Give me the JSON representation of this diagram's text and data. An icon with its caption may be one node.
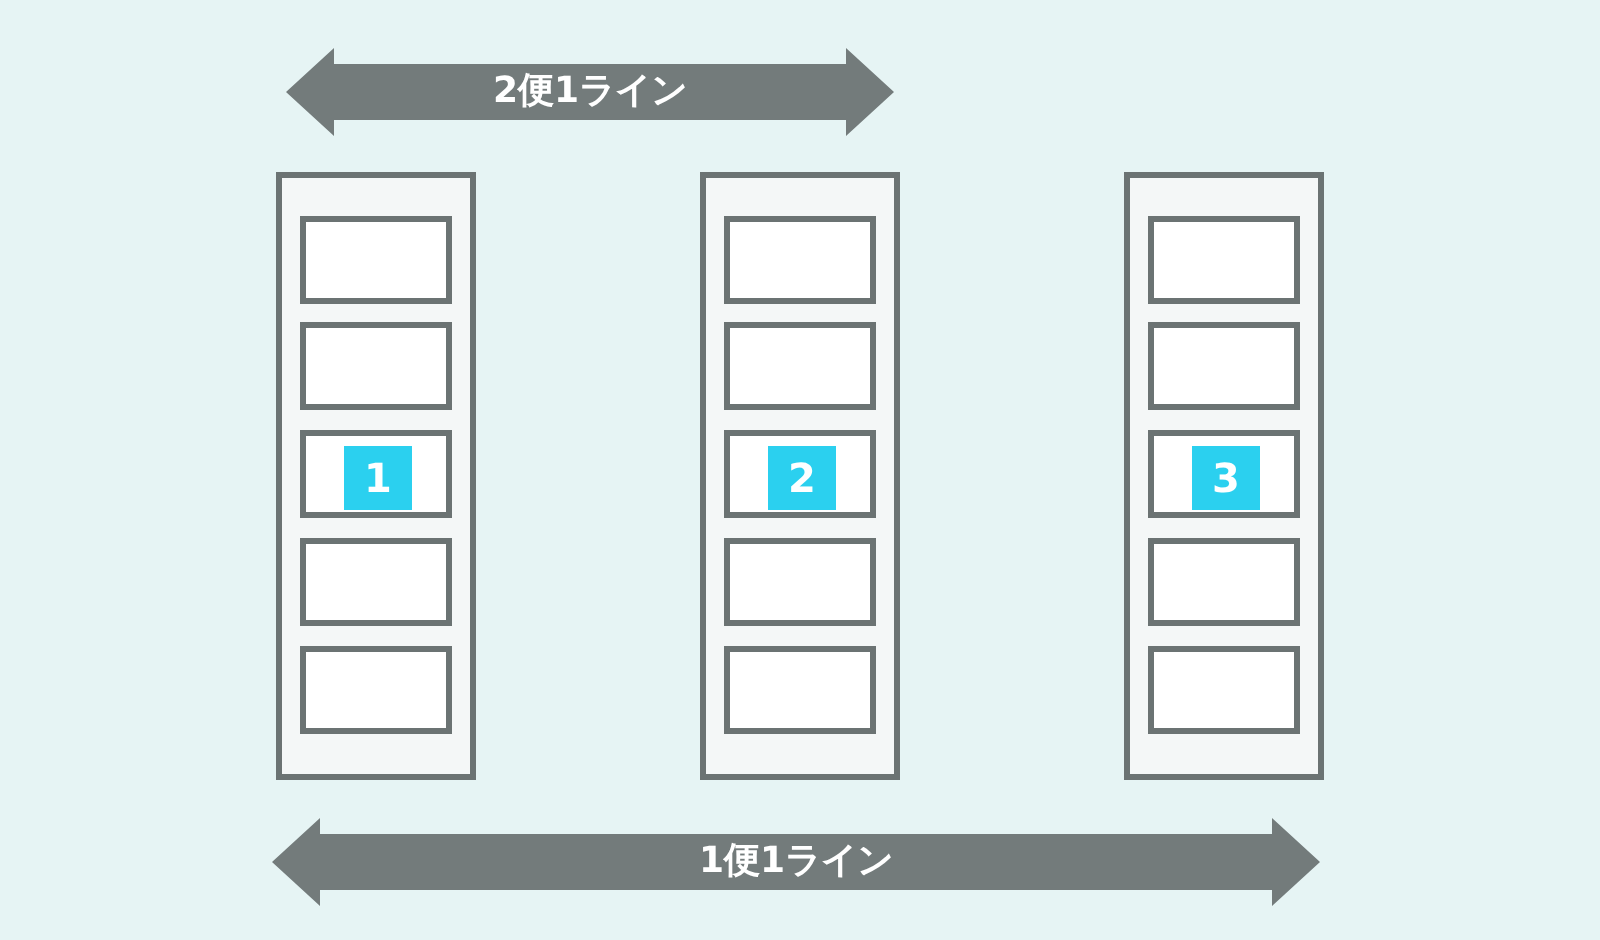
{
  "diagram": {
    "nodes": [
      {
        "text": [],
        "shape": "box"
      },
      {
        "text": [],
        "shape": "box",
        "in": 0
      },
      {
        "text": [],
        "shape": "box",
        "in": 0
      },
      {
        "text": [
          "1"
        ],
        "in": 0
      },
      {
        "text": [],
        "shape": "box",
        "in": 0
      },
      {
        "text": [],
        "shape": "box",
        "in": 0
      },
      {
        "text": [],
        "shape": "box"
      },
      {
        "text": [],
        "shape": "box",
        "in": 6
      },
      {
        "text": [],
        "shape": "box",
        "in": 6
      },
      {
        "text": [
          "2"
        ],
        "in": 6
      },
      {
        "text": [],
        "shape": "box",
        "in": 6
      },
      {
        "text": [],
        "shape": "box",
        "in": 6
      },
      {
        "text": [],
        "shape": "box"
      },
      {
        "text": [],
        "shape": "box",
        "in": 12
      },
      {
        "text": [],
        "shape": "box",
        "in": 12
      },
      {
        "text": [
          "3"
        ],
        "in": 12
      },
      {
        "text": [],
        "shape": "box",
        "in": 12
      },
      {
        "text": [],
        "shape": "box",
        "in": 12
      }
    ],
    "labels": [
      "2便1ライン",
      "1便1ライン"
    ]
  }
}
